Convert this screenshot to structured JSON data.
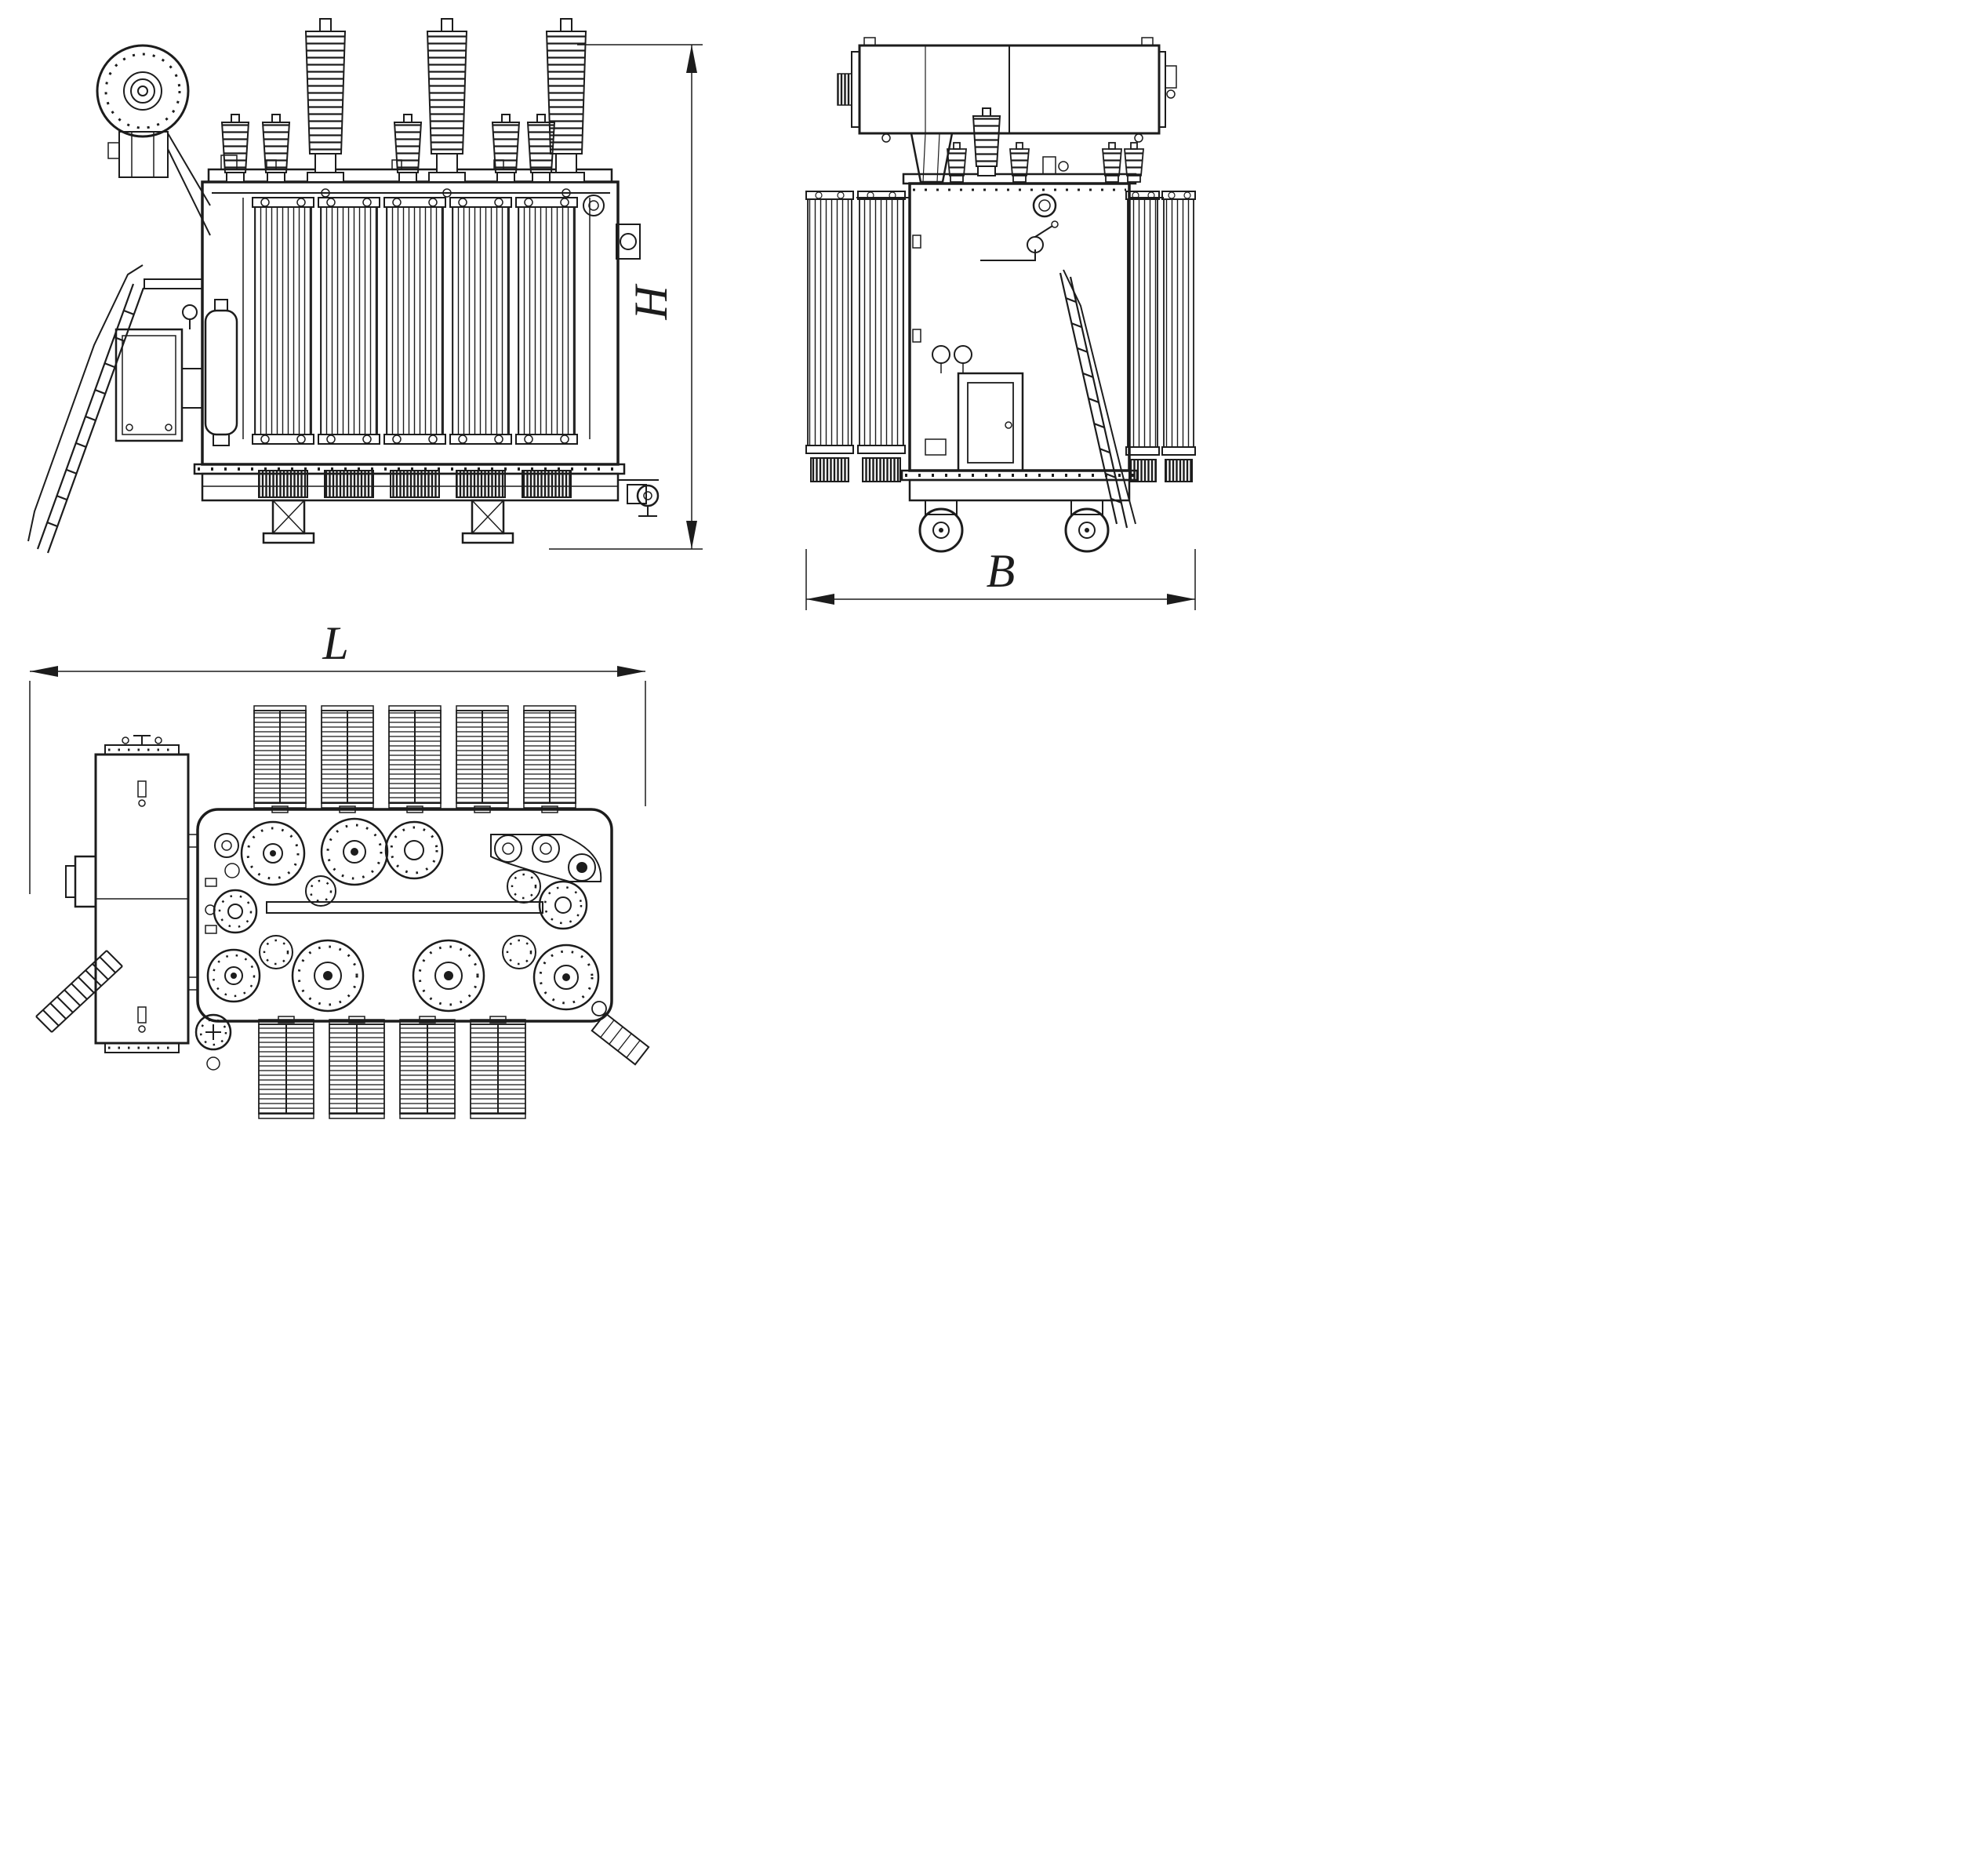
{
  "drawing": {
    "kind": "transformer-three-view-technical-drawing",
    "colors": {
      "line": "#1c1c1c",
      "background": "#ffffff"
    },
    "dimension_labels": {
      "height": "H",
      "width": "B",
      "length": "L"
    },
    "views": [
      {
        "id": "front-view"
      },
      {
        "id": "side-view"
      },
      {
        "id": "top-view"
      }
    ]
  }
}
